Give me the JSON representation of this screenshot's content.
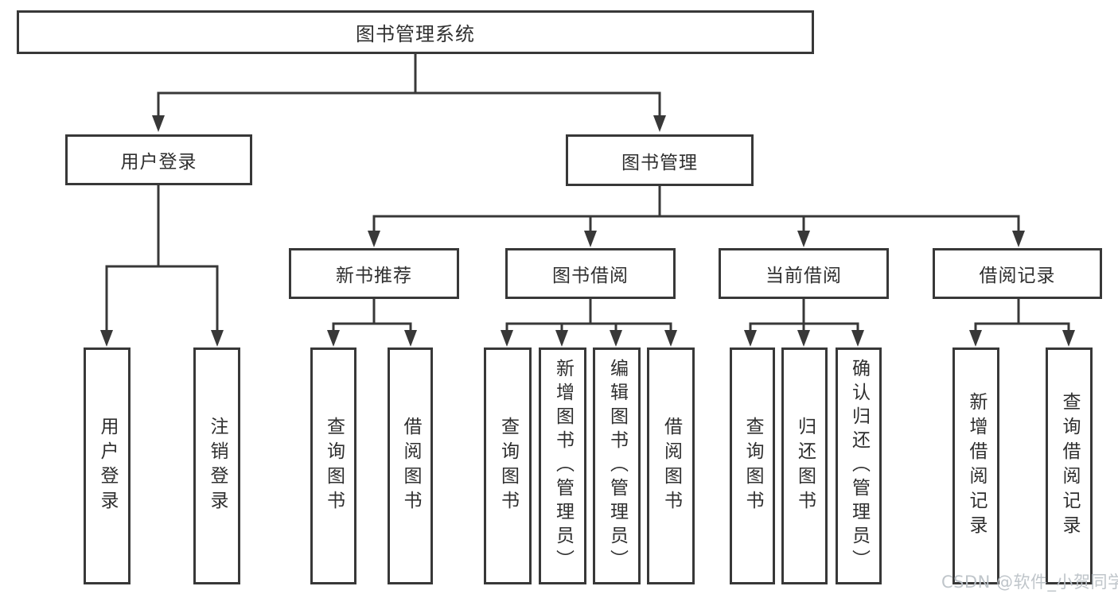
{
  "root": {
    "label": "图书管理系统"
  },
  "branches": [
    {
      "label": "用户登录",
      "children": [
        {
          "label": "用户登录"
        },
        {
          "label": "注销登录"
        }
      ]
    },
    {
      "label": "图书管理",
      "groups": [
        {
          "label": "新书推荐",
          "children": [
            {
              "label": "查询图书"
            },
            {
              "label": "借阅图书"
            }
          ]
        },
        {
          "label": "图书借阅",
          "children": [
            {
              "label": "查询图书"
            },
            {
              "label": "新增图书（管理员）"
            },
            {
              "label": "编辑图书（管理员）"
            },
            {
              "label": "借阅图书"
            }
          ]
        },
        {
          "label": "当前借阅",
          "children": [
            {
              "label": "查询图书"
            },
            {
              "label": "归还图书"
            },
            {
              "label": "确认归还（管理员）"
            }
          ]
        },
        {
          "label": "借阅记录",
          "children": [
            {
              "label": "新增借阅记录"
            },
            {
              "label": "查询借阅记录"
            }
          ]
        }
      ]
    }
  ],
  "watermark": {
    "text": "CSDN @软件_小贺同学"
  },
  "colors": {
    "line": "#383838",
    "box_border": "#383838",
    "text": "#2f2f2f",
    "watermark": "#bcc2c8",
    "background": "#ffffff"
  }
}
